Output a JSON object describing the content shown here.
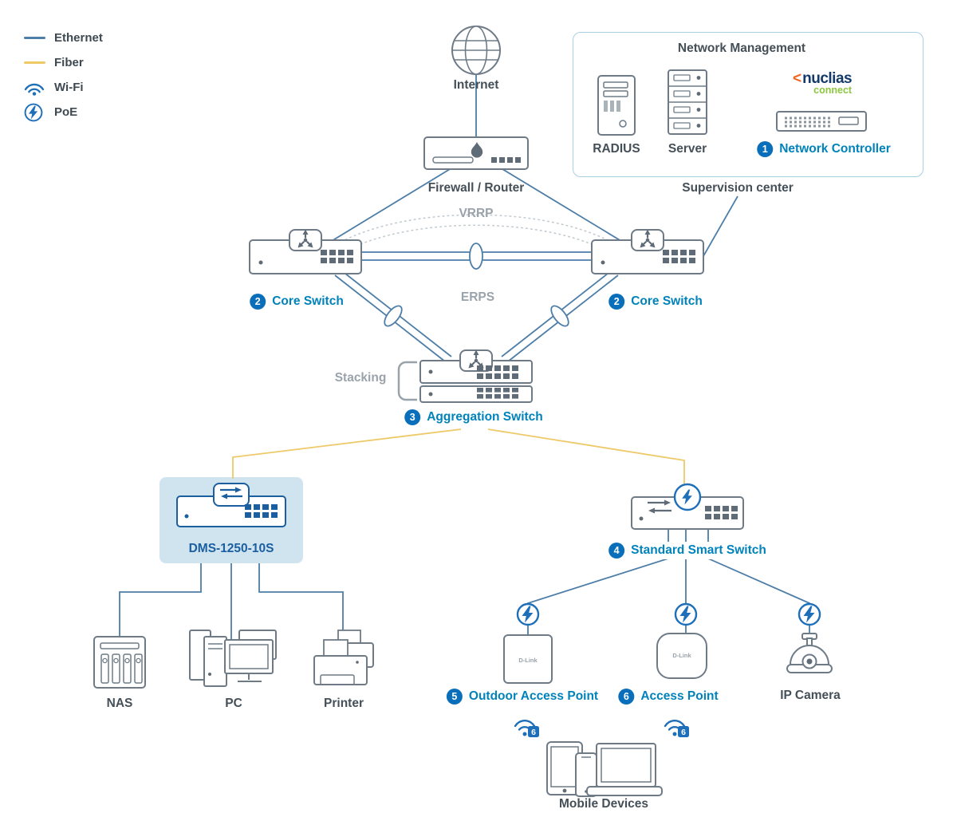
{
  "legend": {
    "ethernet": "Ethernet",
    "fiber": "Fiber",
    "wifi": "Wi-Fi",
    "poe": "PoE"
  },
  "management": {
    "title": "Network Management",
    "radius": "RADIUS",
    "server": "Server",
    "controller_num": "1",
    "controller": "Network Controller",
    "caption": "Supervision center",
    "logo_mark": "<",
    "logo_brand": "nuclias",
    "logo_sub": "connect"
  },
  "nodes": {
    "internet": "Internet",
    "firewall": "Firewall / Router",
    "core_left_num": "2",
    "core_left": "Core Switch",
    "core_right_num": "2",
    "core_right": "Core Switch",
    "aggregation_num": "3",
    "aggregation": "Aggregation Switch",
    "dms": "DMS-1250-10S",
    "smart_num": "4",
    "smart": "Standard Smart Switch",
    "nas": "NAS",
    "pc": "PC",
    "printer": "Printer",
    "outdoor_num": "5",
    "outdoor": "Outdoor Access Point",
    "ap_num": "6",
    "ap": "Access Point",
    "camera": "IP Camera",
    "mobile": "Mobile Devices"
  },
  "annotations": {
    "vrrp": "VRRP",
    "erps": "ERPS",
    "stacking": "Stacking"
  },
  "badges": {
    "wifi6": "6"
  },
  "devices": {
    "brand": "D-Link"
  },
  "colors": {
    "ethernet": "#4d7ea8",
    "fiber": "#edc968",
    "accent": "#0082ba",
    "badge": "#0a6fba",
    "poe_blue": "#1e6fba",
    "device_gray": "#6e7b87",
    "dms_blue": "#1b5fa0",
    "highlight": "#cfe4ef"
  }
}
